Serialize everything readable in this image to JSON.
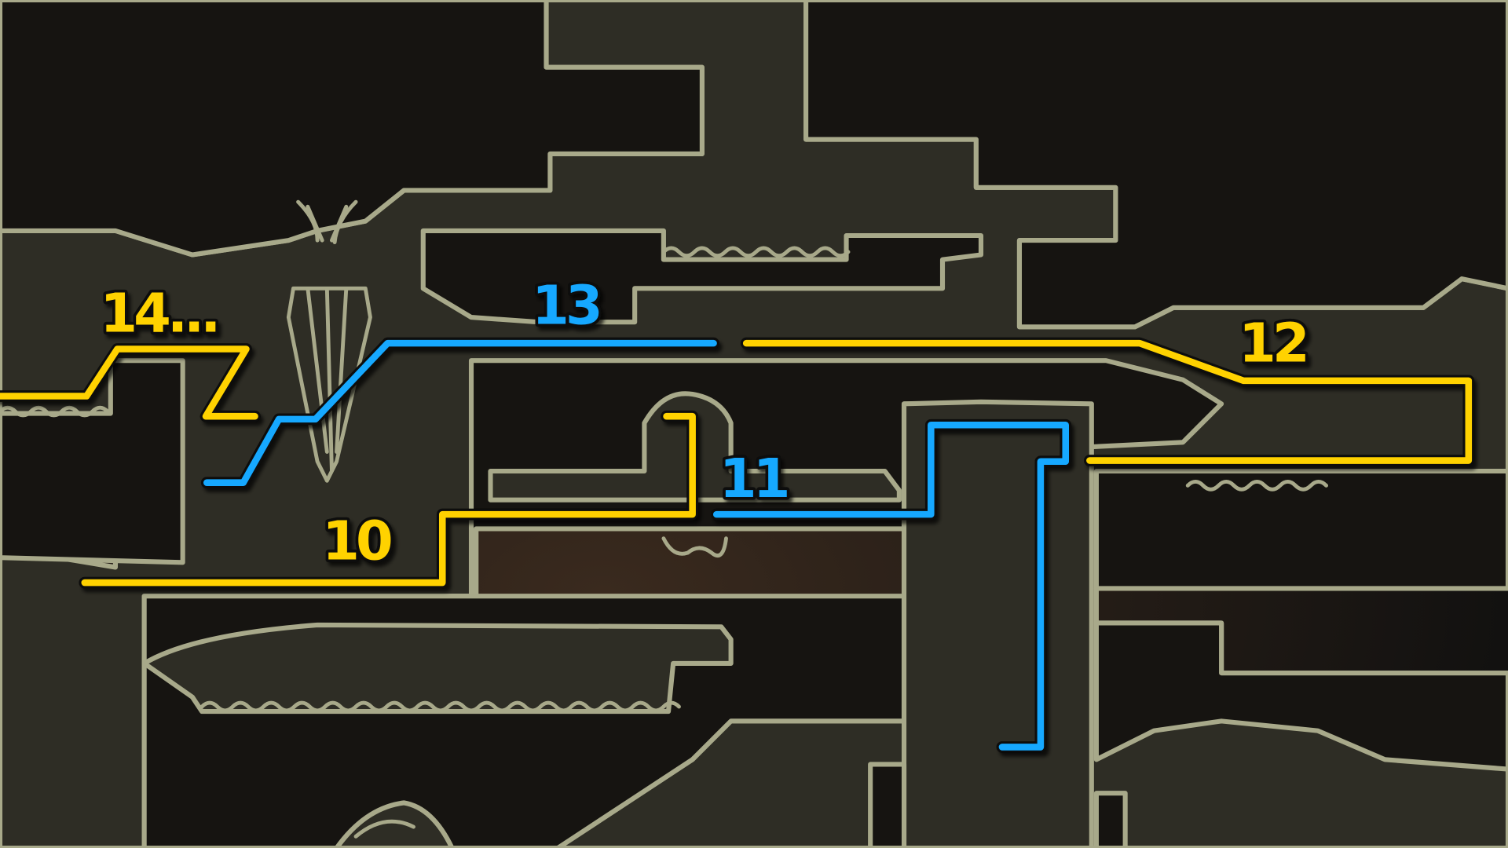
{
  "map": {
    "background_color": "#141210",
    "room_fill": "#2e2d25",
    "room_outline": "#a8a98a",
    "hole_fill": "#161411"
  },
  "route_colors": {
    "yellow": "#ffd200",
    "blue": "#12a8ff"
  },
  "steps": [
    {
      "label": "10",
      "color": "yellow"
    },
    {
      "label": "11",
      "color": "blue"
    },
    {
      "label": "12",
      "color": "yellow"
    },
    {
      "label": "13",
      "color": "blue"
    },
    {
      "label": "14...",
      "color": "yellow"
    }
  ]
}
